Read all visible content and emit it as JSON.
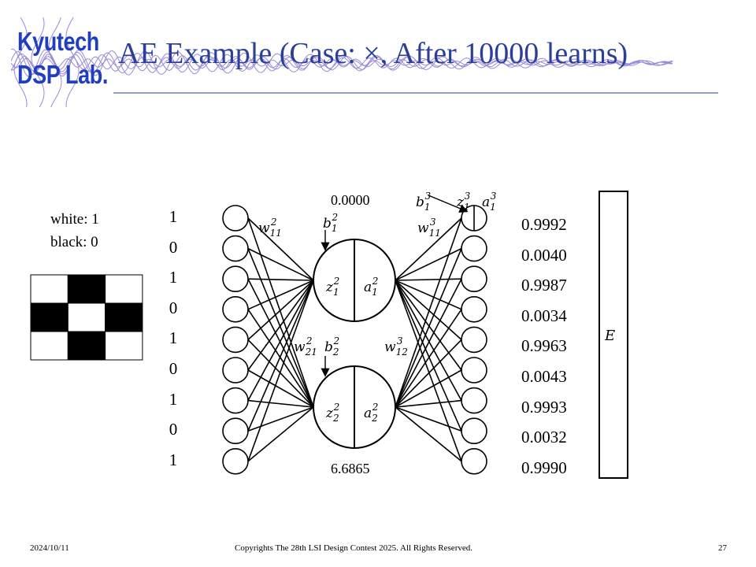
{
  "logo": {
    "line1": "Kyutech",
    "line2": "DSP Lab."
  },
  "title": "AE Example (Case: ×, After 10000 learns)",
  "legend": {
    "white": "white: 1",
    "black": "black: 0"
  },
  "grid_pattern": [
    [
      1,
      0,
      1
    ],
    [
      0,
      1,
      0
    ],
    [
      1,
      0,
      1
    ]
  ],
  "inputs": [
    "1",
    "0",
    "1",
    "0",
    "1",
    "0",
    "1",
    "0",
    "1"
  ],
  "outputs": [
    "0.9992",
    "0.0040",
    "0.9987",
    "0.0034",
    "0.9963",
    "0.0043",
    "0.9993",
    "0.0032",
    "0.9990"
  ],
  "hidden": {
    "top_value": "0.0000",
    "bottom_value": "6.6865"
  },
  "labels": {
    "w11_2": {
      "base": "w",
      "sub": "11",
      "sup": "2"
    },
    "b1_2": {
      "base": "b",
      "sub": "1",
      "sup": "2"
    },
    "w21_2": {
      "base": "w",
      "sub": "21",
      "sup": "2"
    },
    "b2_2": {
      "base": "b",
      "sub": "2",
      "sup": "2"
    },
    "z1_2": {
      "base": "z",
      "sub": "1",
      "sup": "2"
    },
    "a1_2": {
      "base": "a",
      "sub": "1",
      "sup": "2"
    },
    "z2_2": {
      "base": "z",
      "sub": "2",
      "sup": "2"
    },
    "a2_2": {
      "base": "a",
      "sub": "2",
      "sup": "2"
    },
    "b1_3": {
      "base": "b",
      "sub": "1",
      "sup": "3"
    },
    "z1_3": {
      "base": "z",
      "sub": "1",
      "sup": "3"
    },
    "a1_3": {
      "base": "a",
      "sub": "1",
      "sup": "3"
    },
    "w11_3": {
      "base": "w",
      "sub": "11",
      "sup": "3"
    },
    "w12_3": {
      "base": "w",
      "sub": "12",
      "sup": "3"
    },
    "E": "E"
  },
  "footer": {
    "date": "2024/10/11",
    "copyright": "Copyrights The 28th LSI Design Contest 2025.  All Rights Reserved.",
    "page": "27"
  },
  "colors": {
    "title": "#2b3f9a",
    "logo": "#1f3fbf",
    "wave": "#8a7bd0"
  }
}
